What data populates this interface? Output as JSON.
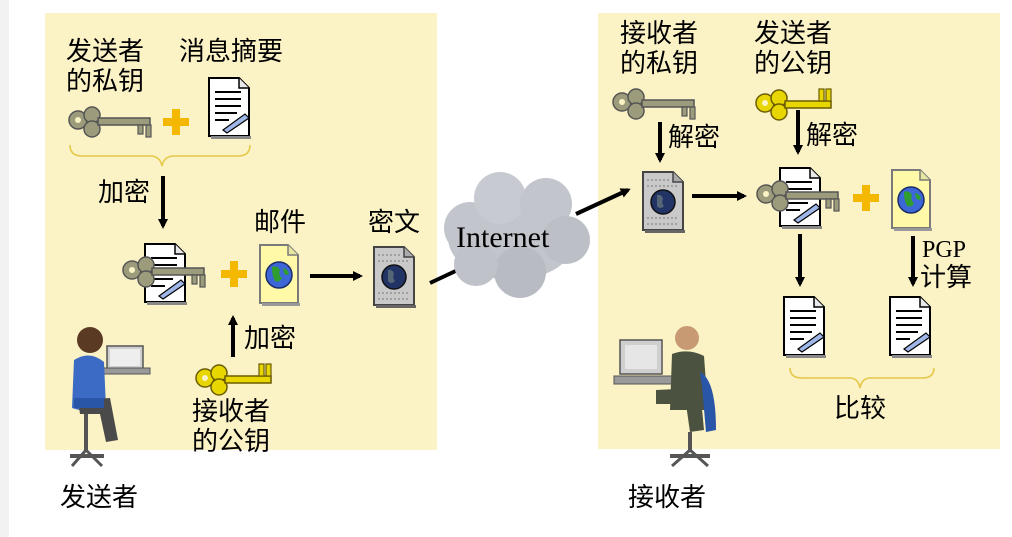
{
  "sender": {
    "private_key_line1": "发送者",
    "private_key_line2": "的私钥",
    "digest": "消息摘要",
    "encrypt1": "加密",
    "mail": "邮件",
    "encrypt2": "加密",
    "cipher": "密文",
    "recv_pub_line1": "接收者",
    "recv_pub_line2": "的公钥",
    "person": "发送者"
  },
  "network": {
    "cloud_label": "Internet"
  },
  "receiver": {
    "private_key_line1": "接收者",
    "private_key_line2": "的私钥",
    "sender_pub_line1": "发送者",
    "sender_pub_line2": "的公钥",
    "decrypt1": "解密",
    "decrypt2": "解密",
    "pgp_line1": "PGP",
    "pgp_line2": "计算",
    "compare": "比较",
    "person": "接收者"
  },
  "colors": {
    "panel": "#fbf2c5",
    "gray_key": "#9c9c7c",
    "yellow_key": "#e8d600",
    "plus": "#f5b800",
    "brace": "#e6c84a"
  }
}
